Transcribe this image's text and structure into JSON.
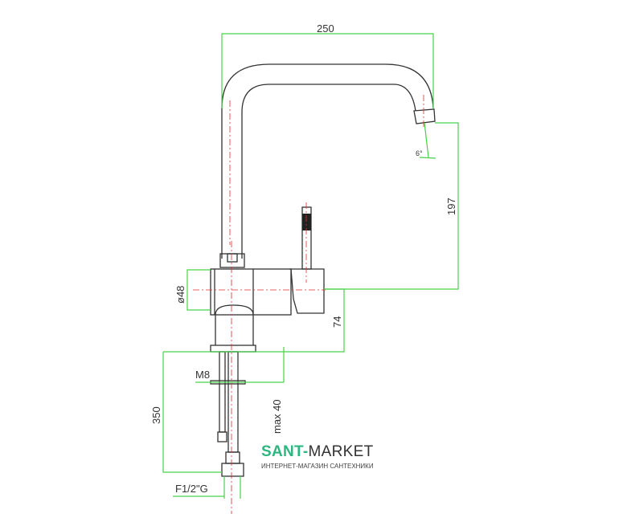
{
  "dimensions": {
    "spout_reach": "250",
    "spout_height": "197",
    "outlet_angle": "6°",
    "body_diameter": "ø48",
    "body_height": "74",
    "thread": "M8",
    "mount_thickness": "max 40",
    "hose_length": "350",
    "connection": "F1/2\"G"
  },
  "logo": {
    "brand_accent": "SANT-",
    "brand_rest": "MARKET",
    "tagline": "ИНТЕРНЕТ-МАГАЗИН САНТЕХНИКИ"
  },
  "colors": {
    "dimension": "#49d24a",
    "centerline": "#e03030",
    "outline": "#333333",
    "brand": "#2bb880"
  }
}
